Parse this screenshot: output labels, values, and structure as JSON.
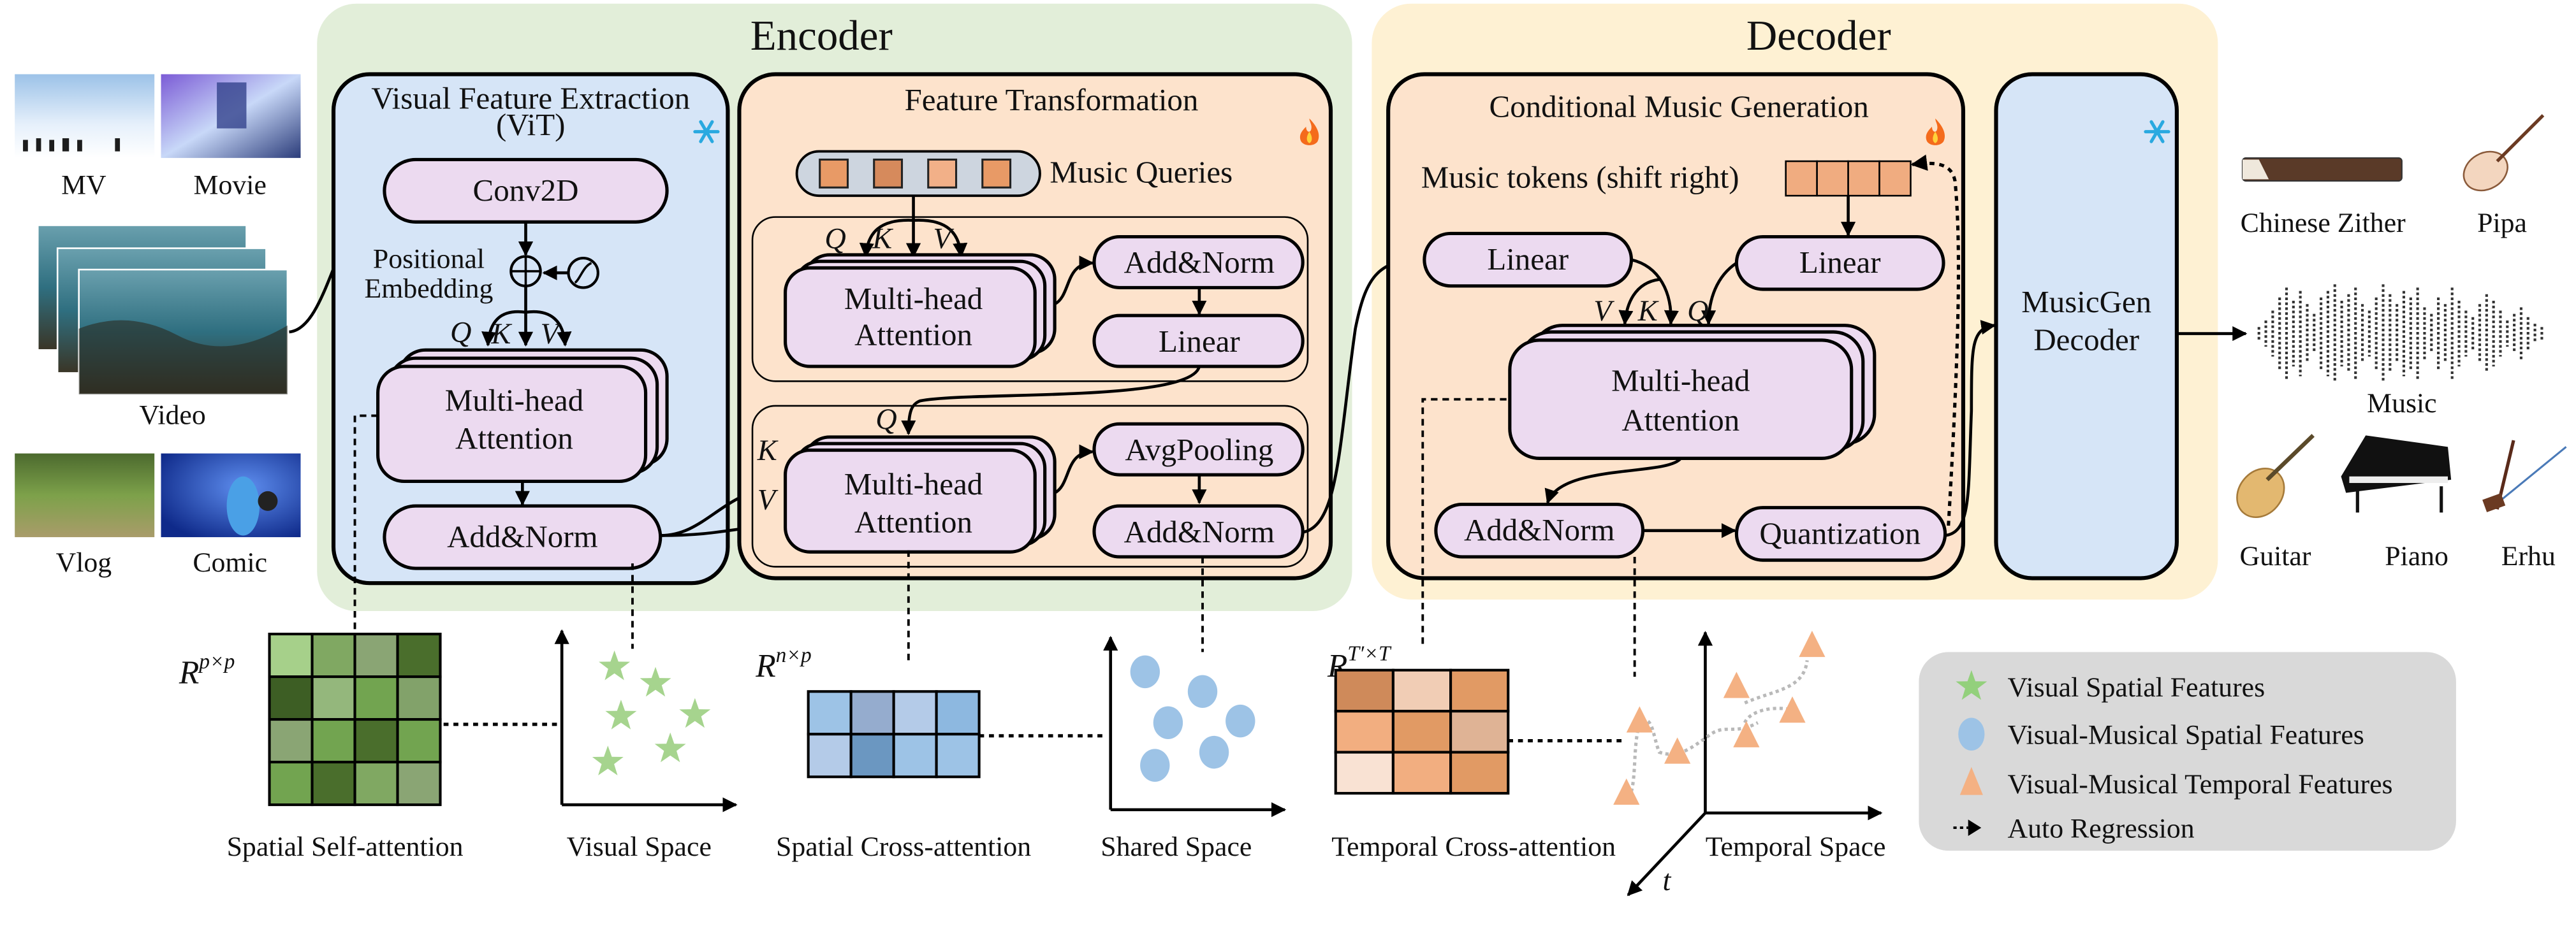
{
  "encoder": {
    "title": "Encoder",
    "visual_feature_extraction": {
      "title_line1": "Visual Feature Extraction",
      "title_line2": "(ViT)",
      "status_icon": "snowflake-icon (frozen)",
      "conv": "Conv2D",
      "pos_embed_line1": "Positional",
      "pos_embed_line2": "Embedding",
      "q": "Q",
      "k": "K",
      "v": "V",
      "mha_line1": "Multi-head",
      "mha_line2": "Attention",
      "add_norm": "Add&Norm"
    },
    "feature_transformation": {
      "title": "Feature Transformation",
      "status_icon": "fire-icon (trainable)",
      "music_queries": "Music Queries",
      "query_colors": [
        "#e89a66",
        "#d68a5c",
        "#f2b088",
        "#e89a66"
      ],
      "block1": {
        "q": "Q",
        "k": "K",
        "v": "V",
        "mha_line1": "Multi-head",
        "mha_line2": "Attention",
        "add_norm": "Add&Norm",
        "linear": "Linear"
      },
      "block2": {
        "q": "Q",
        "k": "K",
        "v": "V",
        "mha_line1": "Multi-head",
        "mha_line2": "Attention",
        "avgpool": "AvgPooling",
        "add_norm": "Add&Norm"
      }
    }
  },
  "decoder": {
    "title": "Decoder",
    "conditional_music_generation": {
      "title": "Conditional Music Generation",
      "status_icon": "fire-icon (trainable)",
      "music_tokens": "Music tokens (shift right)",
      "linear_left": "Linear",
      "linear_right": "Linear",
      "v": "V",
      "k": "K",
      "q": "Q",
      "mha_line1": "Multi-head",
      "mha_line2": "Attention",
      "add_norm": "Add&Norm",
      "quantization": "Quantization"
    },
    "musicgen": {
      "line1": "MusicGen",
      "line2": "Decoder",
      "status_icon": "snowflake-icon (frozen)"
    }
  },
  "inputs": {
    "thumbnails": [
      {
        "label": "MV"
      },
      {
        "label": "Movie"
      },
      {
        "label": "Video"
      },
      {
        "label": "Vlog"
      },
      {
        "label": "Comic"
      }
    ]
  },
  "outputs": {
    "instruments": [
      {
        "label": "Chinese Zither"
      },
      {
        "label": "Pipa"
      },
      {
        "label": "Guitar"
      },
      {
        "label": "Piano"
      },
      {
        "label": "Erhu"
      }
    ],
    "music_label": "Music"
  },
  "bottom": {
    "spatial_self": {
      "dim_base": "R",
      "dim_sup": "p×p",
      "caption": "Spatial Self-attention",
      "cells": [
        [
          "#a6d08a",
          "#80a862",
          "#8aa574",
          "#4a6e2c"
        ],
        [
          "#3d5e24",
          "#94b77c",
          "#72a450",
          "#82a26a"
        ],
        [
          "#8aa574",
          "#72a450",
          "#4a6e2c",
          "#72a450"
        ],
        [
          "#72a450",
          "#4a6e2c",
          "#80a862",
          "#8aa574"
        ]
      ]
    },
    "visual_space": {
      "caption": "Visual Space"
    },
    "spatial_cross": {
      "dim_base": "R",
      "dim_sup": "n×p",
      "caption": "Spatial Cross-attention",
      "cells": [
        [
          "#9dc3e6",
          "#95acce",
          "#b4cbe8",
          "#8db8e0"
        ],
        [
          "#b4cbe8",
          "#6b97c1",
          "#9dc3e6",
          "#9dc3e6"
        ]
      ]
    },
    "shared_space": {
      "caption": "Shared Space"
    },
    "temporal_cross": {
      "dim_base": "R",
      "dim_sup": "T′×T",
      "caption": "Temporal Cross-attention",
      "cells": [
        [
          "#cf8a5a",
          "#f1cdb5",
          "#e19a64"
        ],
        [
          "#f2ae80",
          "#e19a64",
          "#dfb395"
        ],
        [
          "#f9e2d3",
          "#f2ae80",
          "#e19a64"
        ]
      ]
    },
    "temporal_space": {
      "caption": "Temporal Space",
      "axis_t": "t"
    }
  },
  "legend": {
    "items": [
      {
        "icon": "star-icon",
        "label": "Visual Spatial Features",
        "color": "#93d07c"
      },
      {
        "icon": "circle-icon",
        "label": "Visual-Musical Spatial Features",
        "color": "#9dc3e6"
      },
      {
        "icon": "triangle-icon",
        "label": "Visual-Musical Temporal Features",
        "color": "#f4b183"
      },
      {
        "icon": "dotted-arrow-icon",
        "label": "Auto Regression"
      }
    ]
  },
  "colors": {
    "encoder_bg": "#e2eed9",
    "decoder_bg": "#fef1d3",
    "vit_bg": "#d6e5f7",
    "trainable_bg": "#fde3cc",
    "node": "#ecdaf0",
    "legend_bg": "#d9d9d9"
  }
}
